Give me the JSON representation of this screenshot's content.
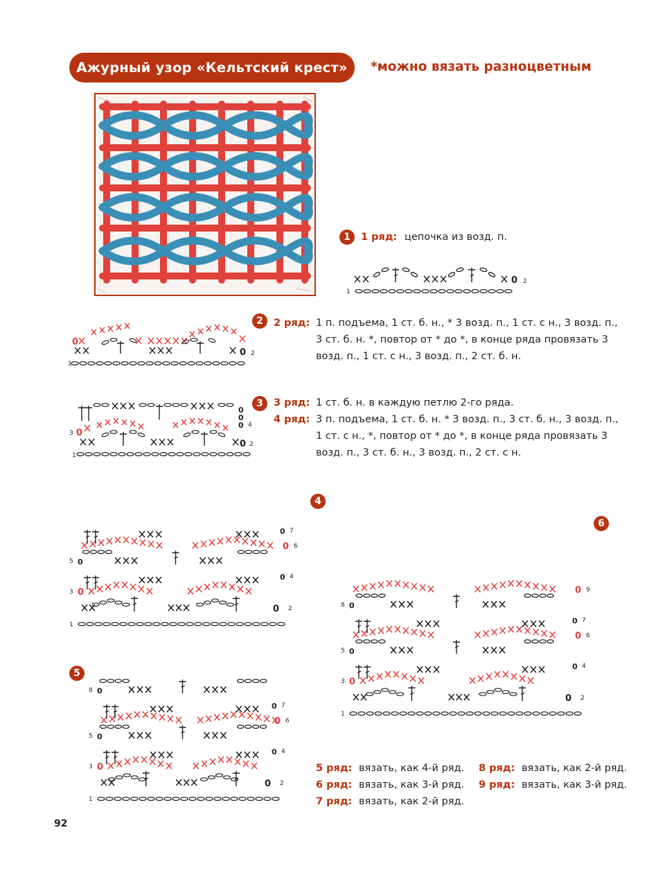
{
  "header": {
    "title": "Ажурный узор «Кельтский крест»",
    "subtitle": "*можно вязать разноцветным"
  },
  "colors": {
    "accent": "#b8330f",
    "red_yarn": "#e0413a",
    "blue_yarn": "#3a8fb7",
    "text": "#231f20"
  },
  "steps": {
    "s1": {
      "badge": "1",
      "label": "1 ряд:",
      "text": "цепочка из возд. п."
    },
    "s2": {
      "badge": "2",
      "label": "2 ряд:",
      "lines": [
        "1 п. подъема, 1 ст. б. н., * 3 возд. п., 1 ст. с н., 3 возд. п.,",
        "3 ст. б. н. *, повтор от * до *, в конце ряда провязать 3",
        "возд. п., 1 ст. с н., 3 возд. п., 2 ст. б. н."
      ]
    },
    "s3": {
      "badge": "3",
      "label": "3 ряд:",
      "text": "1 ст. б. н. в каждую петлю 2-го ряда."
    },
    "s4": {
      "label": "4 ряд:",
      "lines": [
        "3 п. подъема, 1 ст. б. н. * 3 возд. п., 3 ст. б. н., 3 возд. п.,",
        "1 ст. с н., *, повтор от * до *, в конце ряда провязать 3",
        "возд. п., 3 ст. б. н., 3 возд. п., 2 ст. с н."
      ]
    }
  },
  "diagram_badges": {
    "d4": "4",
    "d5": "5",
    "d6": "6"
  },
  "row_numbers": [
    "1",
    "2",
    "3",
    "4",
    "5",
    "6",
    "7",
    "8",
    "9"
  ],
  "notes": {
    "r5": {
      "label": "5 ряд:",
      "text": "вязать, как 4-й ряд."
    },
    "r6": {
      "label": "6 ряд:",
      "text": "вязать, как 3-й ряд."
    },
    "r7": {
      "label": "7 ряд:",
      "text": "вязать, как 2-й ряд."
    },
    "r8": {
      "label": "8 ряд:",
      "text": "вязать, как 2-й ряд."
    },
    "r9": {
      "label": "9 ряд:",
      "text": "вязать, как 3-й ряд."
    }
  },
  "page_number": "92"
}
